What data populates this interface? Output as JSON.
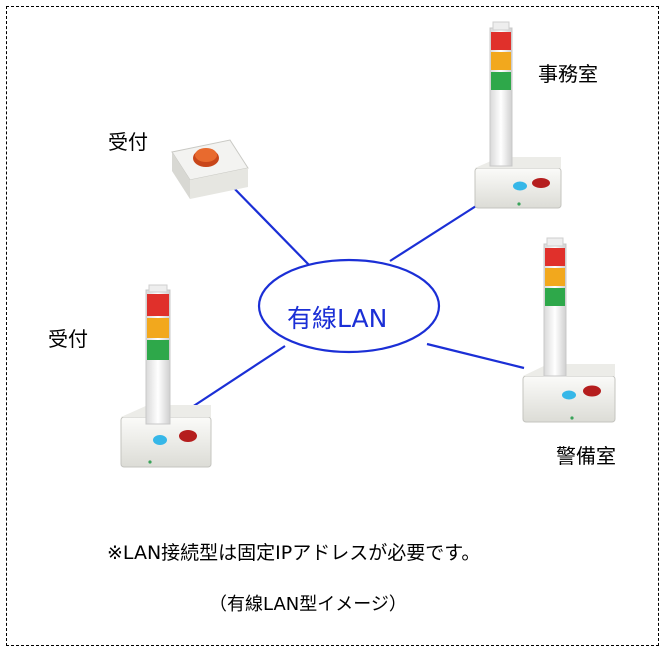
{
  "nodes": {
    "reception_button": {
      "label": "受付"
    },
    "office_tower": {
      "label": "事務室"
    },
    "reception_tower": {
      "label": "受付"
    },
    "security_tower": {
      "label": "警備室"
    }
  },
  "hub": {
    "label": "有線LAN"
  },
  "note": "※LAN接続型は固定IPアドレスが必要です。",
  "caption": "（有線LAN型イメージ）",
  "colors": {
    "link": "#1b2fd6",
    "red": "#e0302b",
    "amber": "#f2a81d",
    "green": "#2ea84a",
    "base": "#f1f1ee"
  }
}
